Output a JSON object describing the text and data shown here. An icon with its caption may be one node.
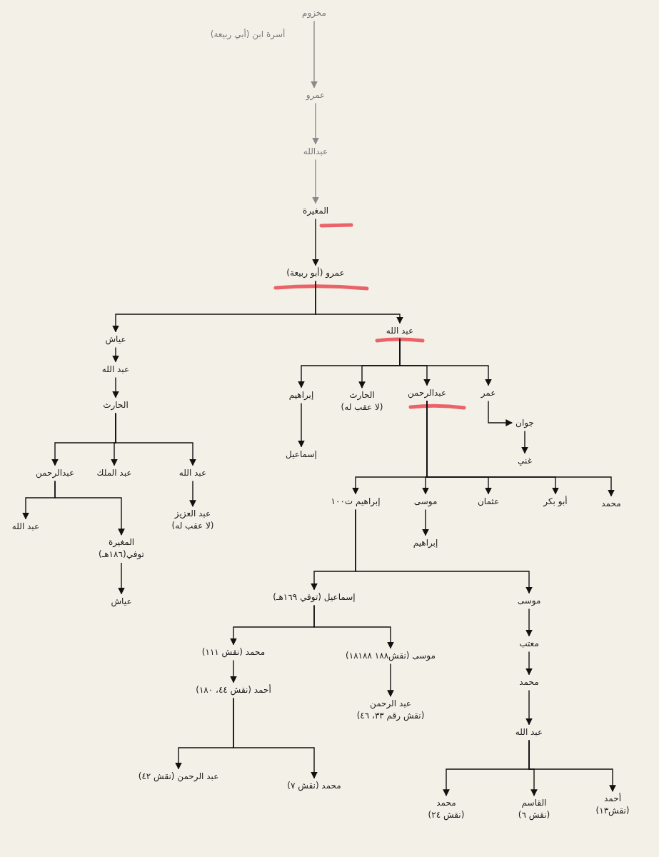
{
  "diagram": {
    "nodes": [
      {
        "text": [
          "مخزوم"
        ]
      },
      {
        "text": [
          "عمرو"
        ]
      },
      {
        "text": [
          "عبدالله"
        ]
      },
      {
        "text": [
          "المغيرة"
        ]
      },
      {
        "text": [
          "عمرو (أبو ربيعة)"
        ]
      },
      {
        "text": [
          "عياش"
        ]
      },
      {
        "text": [
          "عبد الله"
        ]
      },
      {
        "text": [
          "عبد الله"
        ]
      },
      {
        "text": [
          "الحارث"
        ]
      },
      {
        "text": [
          "عبدالرحمن"
        ]
      },
      {
        "text": [
          "عبد الملك"
        ]
      },
      {
        "text": [
          "عبد الله"
        ]
      },
      {
        "text": [
          "عبد الله"
        ]
      },
      {
        "text": [
          "المغيرة",
          "توفي(١٨٦هـ)"
        ]
      },
      {
        "text": [
          "عبد العزيز",
          "(لا عقب له)"
        ]
      },
      {
        "text": [
          "عياش"
        ]
      },
      {
        "text": [
          "إبراهيم"
        ]
      },
      {
        "text": [
          "الحارث",
          "(لا عقب له)"
        ]
      },
      {
        "text": [
          "عبدالرحمن"
        ]
      },
      {
        "text": [
          "عمر"
        ]
      },
      {
        "text": [
          "إسماعيل"
        ]
      },
      {
        "text": [
          "جوان"
        ]
      },
      {
        "text": [
          "غني"
        ]
      },
      {
        "text": [
          "إبراهيم ت١٠٠"
        ]
      },
      {
        "text": [
          "موسى"
        ]
      },
      {
        "text": [
          "عثمان"
        ]
      },
      {
        "text": [
          "أبو بكر"
        ]
      },
      {
        "text": [
          "محمد"
        ]
      },
      {
        "text": [
          "إبراهيم"
        ]
      },
      {
        "text": [
          "إسماعيل (توفي ١٦٩هـ)"
        ]
      },
      {
        "text": [
          "موسى"
        ]
      },
      {
        "text": [
          "محمد (نقش ١١١)"
        ]
      },
      {
        "text": [
          "موسى (نقش١٨٨ ١٨١٨٨)"
        ]
      },
      {
        "text": [
          "معتب"
        ]
      },
      {
        "text": [
          "أحمد (نقش ٤٤، ١٨٠)"
        ]
      },
      {
        "text": [
          "عبد الرحمن",
          "(نقش رقم ٣٣، ٤٦)"
        ]
      },
      {
        "text": [
          "محمد"
        ]
      },
      {
        "text": [
          "عبد الله"
        ]
      },
      {
        "text": [
          "عبد الرحمن (نقش ٤٢)"
        ]
      },
      {
        "text": [
          "محمد (نقش ٧)"
        ]
      },
      {
        "text": [
          "محمد",
          "(نقش ٢٤)"
        ]
      },
      {
        "text": [
          "القاسم",
          "(نقش ٦)"
        ]
      },
      {
        "text": [
          "أحمد",
          "(نقش١٣)"
        ]
      }
    ],
    "edges": [
      {
        "from": 0,
        "to": 1,
        "arrow": "to",
        "color": "#8a8a8a"
      },
      {
        "from": 1,
        "to": 2,
        "arrow": "to",
        "color": "#8a8a8a"
      },
      {
        "from": 2,
        "to": 3,
        "arrow": "to",
        "color": "#8a8a8a"
      },
      {
        "from": 3,
        "to": 4,
        "arrow": "to"
      },
      {
        "from": 4,
        "to": 5,
        "arrow": "to"
      },
      {
        "from": 4,
        "to": 6,
        "arrow": "to"
      },
      {
        "from": 5,
        "to": 7,
        "arrow": "to"
      },
      {
        "from": 7,
        "to": 8,
        "arrow": "to"
      },
      {
        "from": 8,
        "to": 9,
        "arrow": "to"
      },
      {
        "from": 8,
        "to": 10,
        "arrow": "to"
      },
      {
        "from": 8,
        "to": 11,
        "arrow": "to"
      },
      {
        "from": 9,
        "to": 12,
        "arrow": "to"
      },
      {
        "from": 9,
        "to": 13,
        "arrow": "to"
      },
      {
        "from": 11,
        "to": 14,
        "arrow": "to"
      },
      {
        "from": 13,
        "to": 15,
        "arrow": "to"
      },
      {
        "from": 6,
        "to": 16,
        "arrow": "to"
      },
      {
        "from": 6,
        "to": 17,
        "arrow": "to"
      },
      {
        "from": 6,
        "to": 18,
        "arrow": "to"
      },
      {
        "from": 6,
        "to": 19,
        "arrow": "to"
      },
      {
        "from": 16,
        "to": 20,
        "arrow": "to"
      },
      {
        "from": 19,
        "to": 21,
        "arrow": "to"
      },
      {
        "from": 21,
        "to": 22,
        "arrow": "to"
      },
      {
        "from": 18,
        "to": 23,
        "arrow": "to"
      },
      {
        "from": 18,
        "to": 24,
        "arrow": "to"
      },
      {
        "from": 18,
        "to": 25,
        "arrow": "to"
      },
      {
        "from": 18,
        "to": 26,
        "arrow": "to"
      },
      {
        "from": 18,
        "to": 27,
        "arrow": "to"
      },
      {
        "from": 24,
        "to": 28,
        "arrow": "to"
      },
      {
        "from": 23,
        "to": 29,
        "arrow": "to"
      },
      {
        "from": 23,
        "to": 30,
        "arrow": "to"
      },
      {
        "from": 29,
        "to": 31,
        "arrow": "to"
      },
      {
        "from": 29,
        "to": 32,
        "arrow": "to"
      },
      {
        "from": 31,
        "to": 34,
        "arrow": "to"
      },
      {
        "from": 32,
        "to": 35,
        "arrow": "to"
      },
      {
        "from": 34,
        "to": 38,
        "arrow": "to"
      },
      {
        "from": 34,
        "to": 39,
        "arrow": "to"
      },
      {
        "from": 30,
        "to": 33,
        "arrow": "to"
      },
      {
        "from": 33,
        "to": 36,
        "arrow": "to"
      },
      {
        "from": 36,
        "to": 37,
        "arrow": "to"
      },
      {
        "from": 37,
        "to": 40,
        "arrow": "to"
      },
      {
        "from": 37,
        "to": 41,
        "arrow": "to"
      },
      {
        "from": 37,
        "to": 42,
        "arrow": "to"
      }
    ],
    "labels": [
      "أسرة ابن (أبي ربيعة)"
    ]
  }
}
